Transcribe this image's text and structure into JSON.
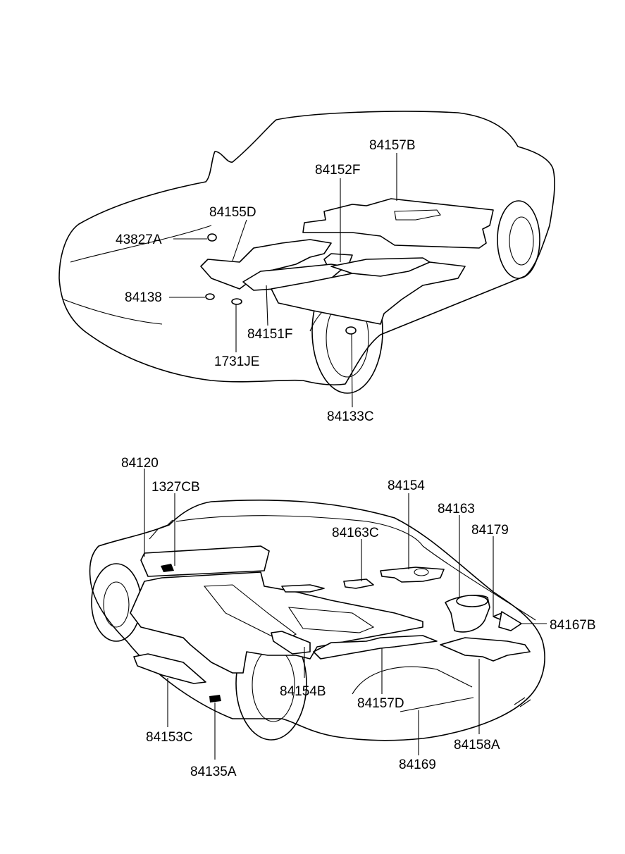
{
  "upper_view": {
    "labels": {
      "p84157B": "84157B",
      "p84152F": "84152F",
      "p84155D": "84155D",
      "p43827A": "43827A",
      "p84138": "84138",
      "p84151F": "84151F",
      "p1731JE": "1731JE",
      "p84133C": "84133C"
    }
  },
  "lower_view": {
    "labels": {
      "p84120": "84120",
      "p1327CB": "1327CB",
      "p84154": "84154",
      "p84163C": "84163C",
      "p84163": "84163",
      "p84179": "84179",
      "p84167B": "84167B",
      "p84154B": "84154B",
      "p84157D": "84157D",
      "p84153C": "84153C",
      "p84135A": "84135A",
      "p84169": "84169",
      "p84158A": "84158A"
    }
  }
}
